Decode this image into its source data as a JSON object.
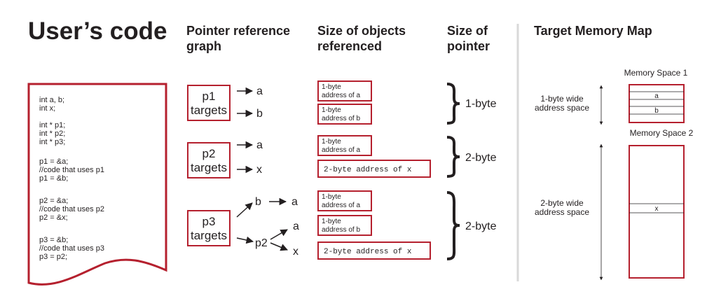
{
  "headers": {
    "users_code": "User’s code",
    "pointer_graph": [
      "Pointer reference",
      "graph"
    ],
    "size_objects": [
      "Size of objects",
      "referenced"
    ],
    "size_pointer": [
      "Size of",
      "pointer"
    ],
    "memory_map": "Target Memory Map"
  },
  "code_lines": [
    "int a, b;",
    "int x;",
    "",
    "int * p1;",
    "int * p2;",
    "int * p3;",
    "",
    "p1 = &a;",
    "//code that uses p1",
    "p1 = &b;",
    "",
    "p2 = &a;",
    "//code that uses p2",
    "p2 = &x;",
    "",
    "p3 = &b;",
    "//code that uses p3",
    "p3 = p2;"
  ],
  "graph": {
    "p1": {
      "name": "p1",
      "targets_label": "targets",
      "to": [
        "a",
        "b"
      ]
    },
    "p2": {
      "name": "p2",
      "targets_label": "targets",
      "to": [
        "a",
        "x"
      ]
    },
    "p3": {
      "name": "p3",
      "targets_label": "targets",
      "b": "b",
      "a_via_b": "a",
      "p2": "p2",
      "p2_to": [
        "a",
        "x"
      ]
    }
  },
  "objects": {
    "g1": [
      [
        "1-byte",
        "address of a"
      ],
      [
        "1-byte",
        "address of b"
      ]
    ],
    "g2_small": [
      "1-byte",
      "address of a"
    ],
    "g2_large": "2-byte  address  of  x",
    "g3_small": [
      [
        "1-byte",
        "address of a"
      ],
      [
        "1-byte",
        "address of b"
      ]
    ],
    "g3_large": "2-byte  address  of  x"
  },
  "pointer_sizes": [
    "1-byte",
    "2-byte",
    "2-byte"
  ],
  "memory_map": {
    "space1_title": "Memory Space 1",
    "space1_label": [
      "1-byte wide",
      "address space"
    ],
    "space1_cells": [
      "a",
      "b"
    ],
    "space2_title": "Memory Space 2",
    "space2_label": [
      "2-byte wide",
      "address space"
    ],
    "space2_cells": [
      "x"
    ]
  },
  "colors": {
    "accent_red": "#b5202e",
    "text": "#231f20",
    "divider": "#d9d9d9"
  }
}
